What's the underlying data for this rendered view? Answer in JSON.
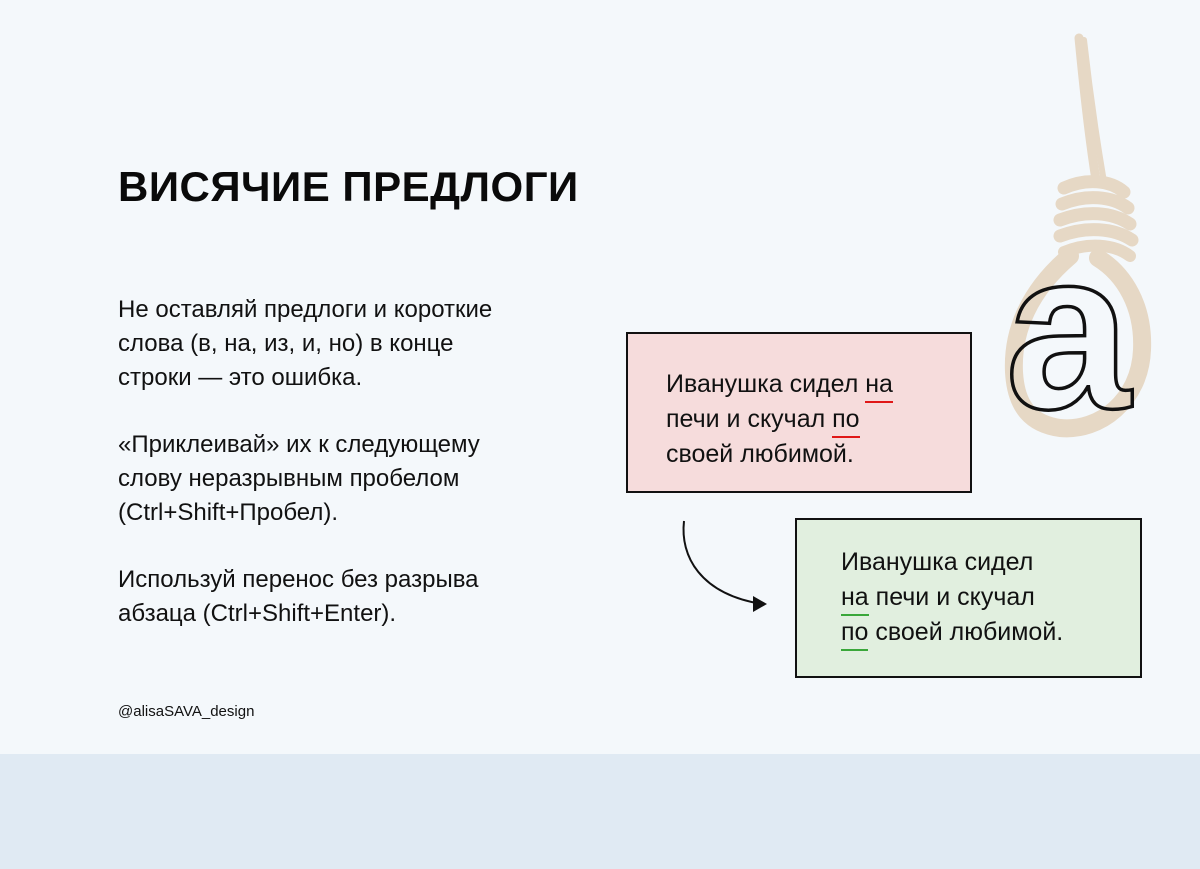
{
  "title": "ВИСЯЧИЕ ПРЕДЛОГИ",
  "paragraph_1": [
    "Не оставляй предлоги и короткие",
    "слова (в, на, из, и, но) в конце",
    "строки — это ошибка."
  ],
  "paragraph_2": [
    "«Приклеивай» их к следующему",
    "слову неразрывным пробелом",
    "(Ctrl+Shift+Пробел)."
  ],
  "paragraph_3": [
    "Используй перенос без разрыва",
    "абзаца (Ctrl+Shift+Enter)."
  ],
  "credit": "@alisaSAVA_design",
  "example_wrong": {
    "line_1_text": "Иванушка сидел ",
    "line_1_marked": "на",
    "line_2_text": "печи и скучал ",
    "line_2_marked": "по",
    "line_3": "своей любимой."
  },
  "example_right": {
    "line_1": "Иванушка сидел",
    "line_2_marked": "на",
    "line_2_text": " печи и скучал",
    "line_3_marked": "по",
    "line_3_text": " своей любимой."
  },
  "decoration": {
    "glyph": "a",
    "icon": "noose-icon",
    "rope_color": "#e6d8c5"
  },
  "colors": {
    "background": "#f4f8fb",
    "bottom_band": "#e0eaf3",
    "wrong_box": "#f6dcdc",
    "right_box": "#e1efdf",
    "wrong_underline": "#e01818",
    "right_underline": "#3aa73a"
  }
}
